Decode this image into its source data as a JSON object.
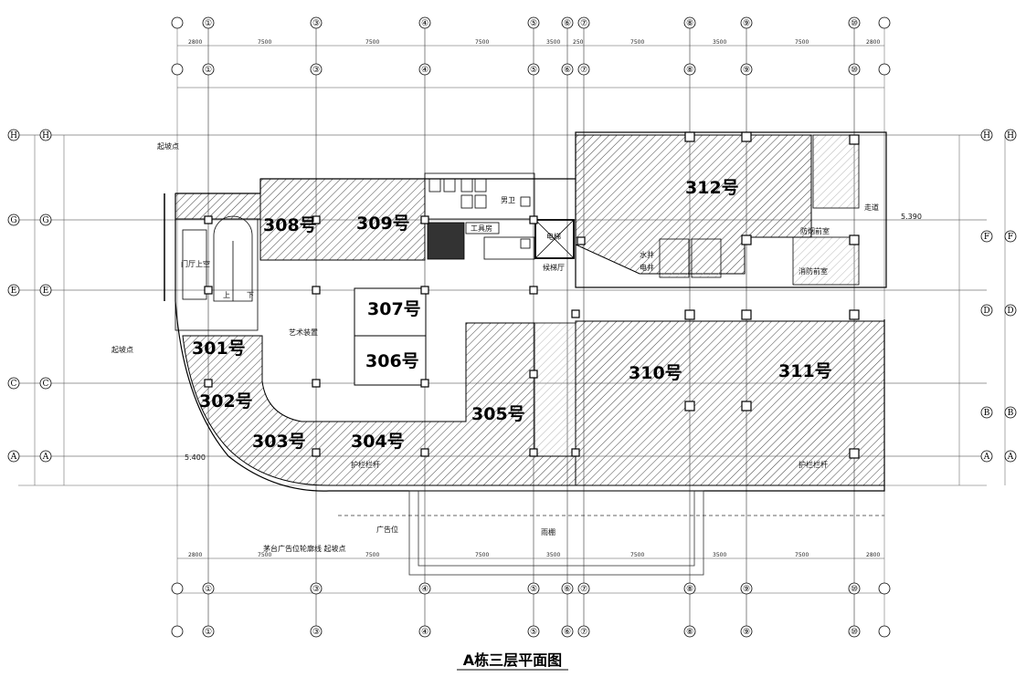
{
  "title": "A栋三层平面图",
  "units": {
    "u301": "301号",
    "u302": "302号",
    "u303": "303号",
    "u304": "304号",
    "u305": "305号",
    "u306": "306号",
    "u307": "307号",
    "u308": "308号",
    "u309": "309号",
    "u310": "310号",
    "u311": "311号",
    "u312": "312号"
  },
  "labels": {
    "start_top": "起坡点",
    "start_left": "起坡点",
    "art_installation": "艺术装置",
    "door_hall_upper": "门厅上空",
    "toilet": "男卫",
    "tool_room": "工具房",
    "elevator": "电梯",
    "elevator_hall": "候梯厅",
    "corridor": "走道",
    "elevation_right": "5.390",
    "elevation_left": "5.400",
    "ad_space": "广告位",
    "canopy": "雨棚",
    "ad_note": "茅台广告位轮廓线  起坡点",
    "railing_a": "护栏栏杆",
    "railing_b": "护栏栏杆",
    "water_well": "水井",
    "elec_well": "电井",
    "smoke_room": "防烟前室",
    "fire_room": "消防前室",
    "stairs_up": "上",
    "stairs_down": "下"
  },
  "axes": {
    "columns": [
      "①",
      "③",
      "④",
      "⑤",
      "⑥",
      "⑦",
      "⑧",
      "⑨",
      "⑩"
    ],
    "rows_left": [
      "H",
      "G",
      "E",
      "C",
      "A"
    ],
    "rows_right": [
      "H",
      "F",
      "D",
      "B",
      "A"
    ]
  },
  "dimensions_top": [
    "2800",
    "7500",
    "7500",
    "7500",
    "3500",
    "250",
    "7500",
    "3500",
    "7500",
    "2800"
  ],
  "dimensions_bottom": [
    "2800",
    "7500",
    "7500",
    "7500",
    "3500",
    "7500",
    "3500",
    "7500",
    "2800"
  ]
}
